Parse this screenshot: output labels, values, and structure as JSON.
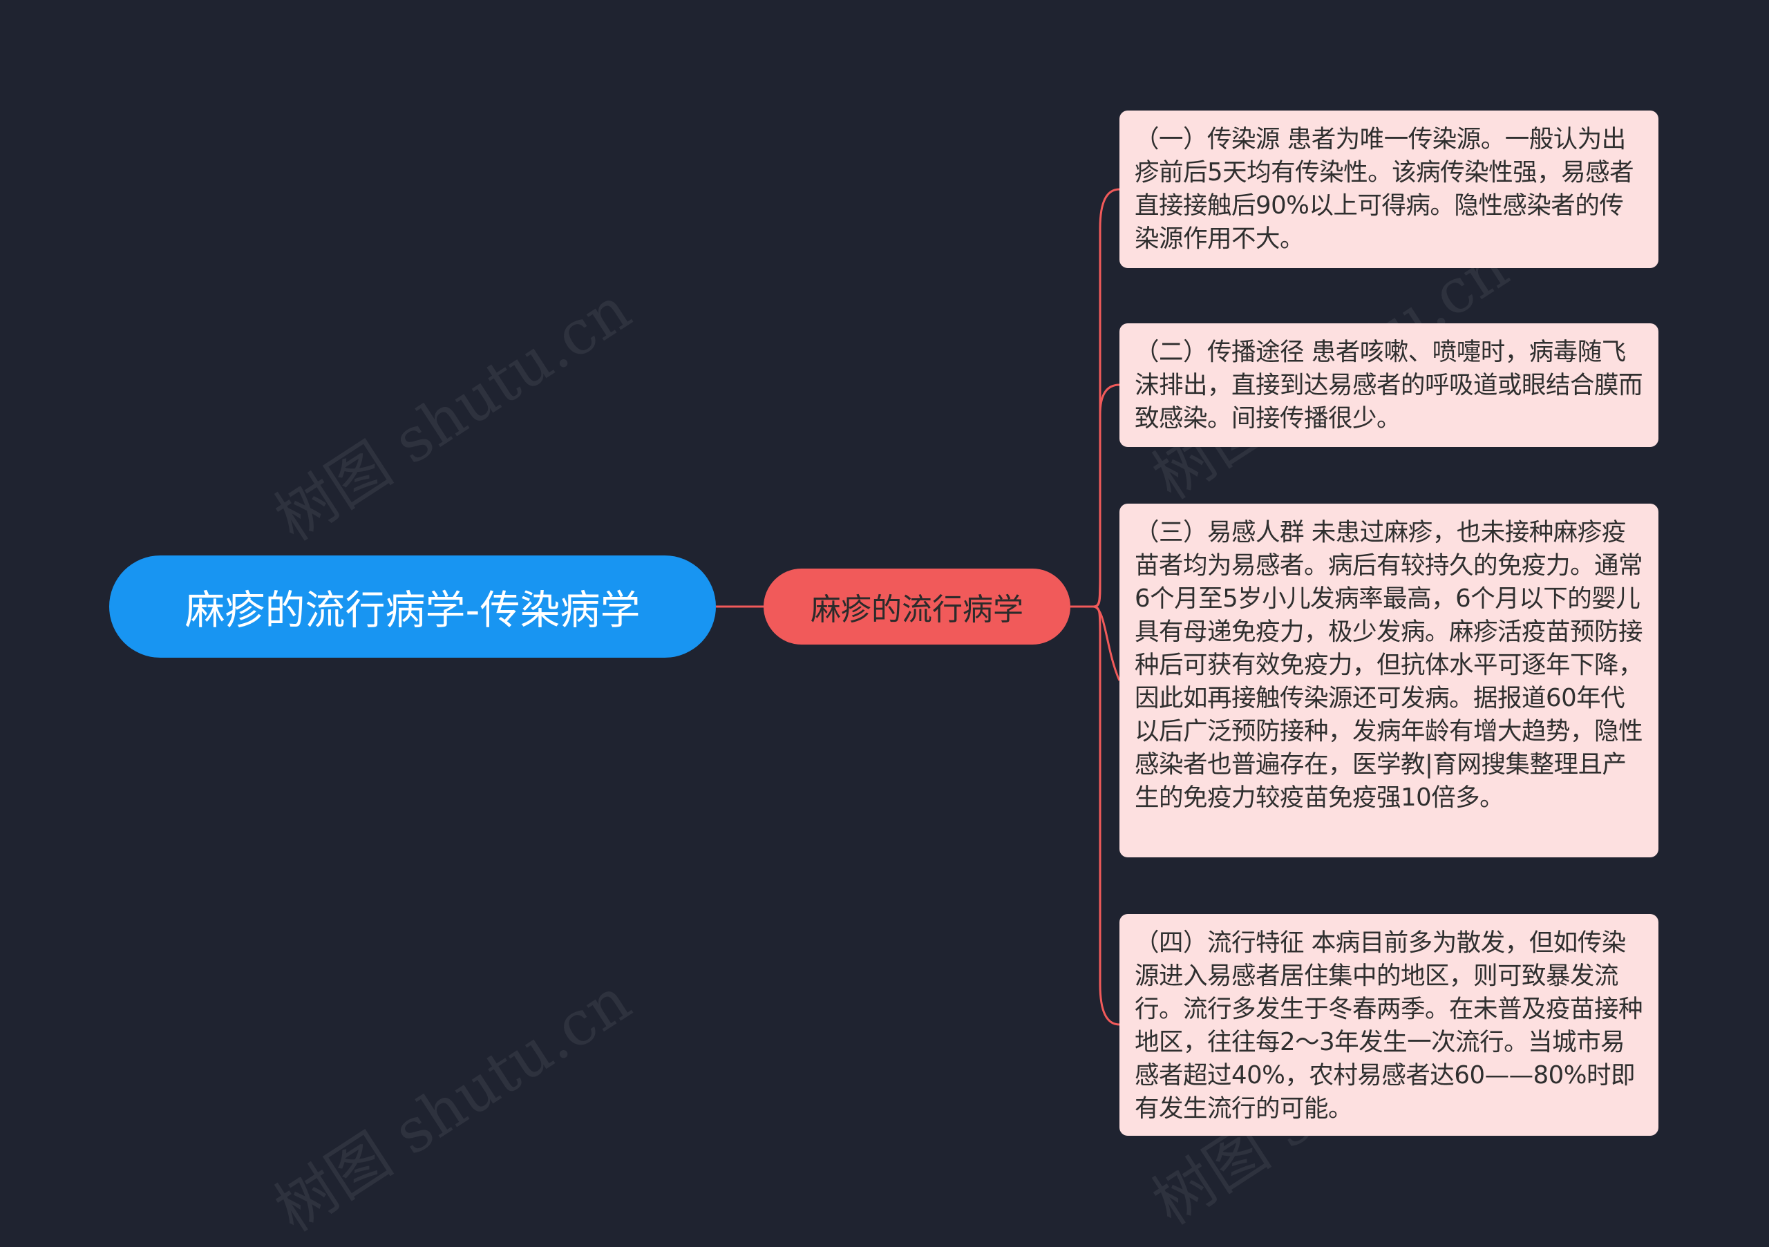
{
  "colors": {
    "background": "#1f2330",
    "root_fill": "#1895f2",
    "branch_fill": "#f15a5a",
    "leaf_fill": "#fde0e0",
    "link": "#f15a5a"
  },
  "watermark": "树图 shutu.cn",
  "root": {
    "label": "麻疹的流行病学-传染病学"
  },
  "branch": {
    "label": "麻疹的流行病学"
  },
  "leaves": [
    {
      "text": "（一）传染源 患者为唯一传染源。一般认为出疹前后5天均有传染性。该病传染性强，易感者直接接触后90%以上可得病。隐性感染者的传染源作用不大。"
    },
    {
      "text": "（二）传播途径 患者咳嗽、喷嚏时，病毒随飞沫排出，直接到达易感者的呼吸道或眼结合膜而致感染。间接传播很少。"
    },
    {
      "text": "（三）易感人群 未患过麻疹，也未接种麻疹疫苗者均为易感者。病后有较持久的免疫力。通常6个月至5岁小儿发病率最高，6个月以下的婴儿具有母递免疫力，极少发病。麻疹活疫苗预防接种后可获有效免疫力，但抗体水平可逐年下降，因此如再接触传染源还可发病。据报道60年代以后广泛预防接种，发病年龄有增大趋势，隐性感染者也普遍存在，医学教|育网搜集整理且产生的免疫力较疫苗免疫强10倍多。"
    },
    {
      "text": "（四）流行特征 本病目前多为散发，但如传染源进入易感者居住集中的地区，则可致暴发流行。流行多发生于冬春两季。在未普及疫苗接种地区，往往每2～3年发生一次流行。当城市易感者超过40%，农村易感者达60——80%时即有发生流行的可能。"
    }
  ]
}
